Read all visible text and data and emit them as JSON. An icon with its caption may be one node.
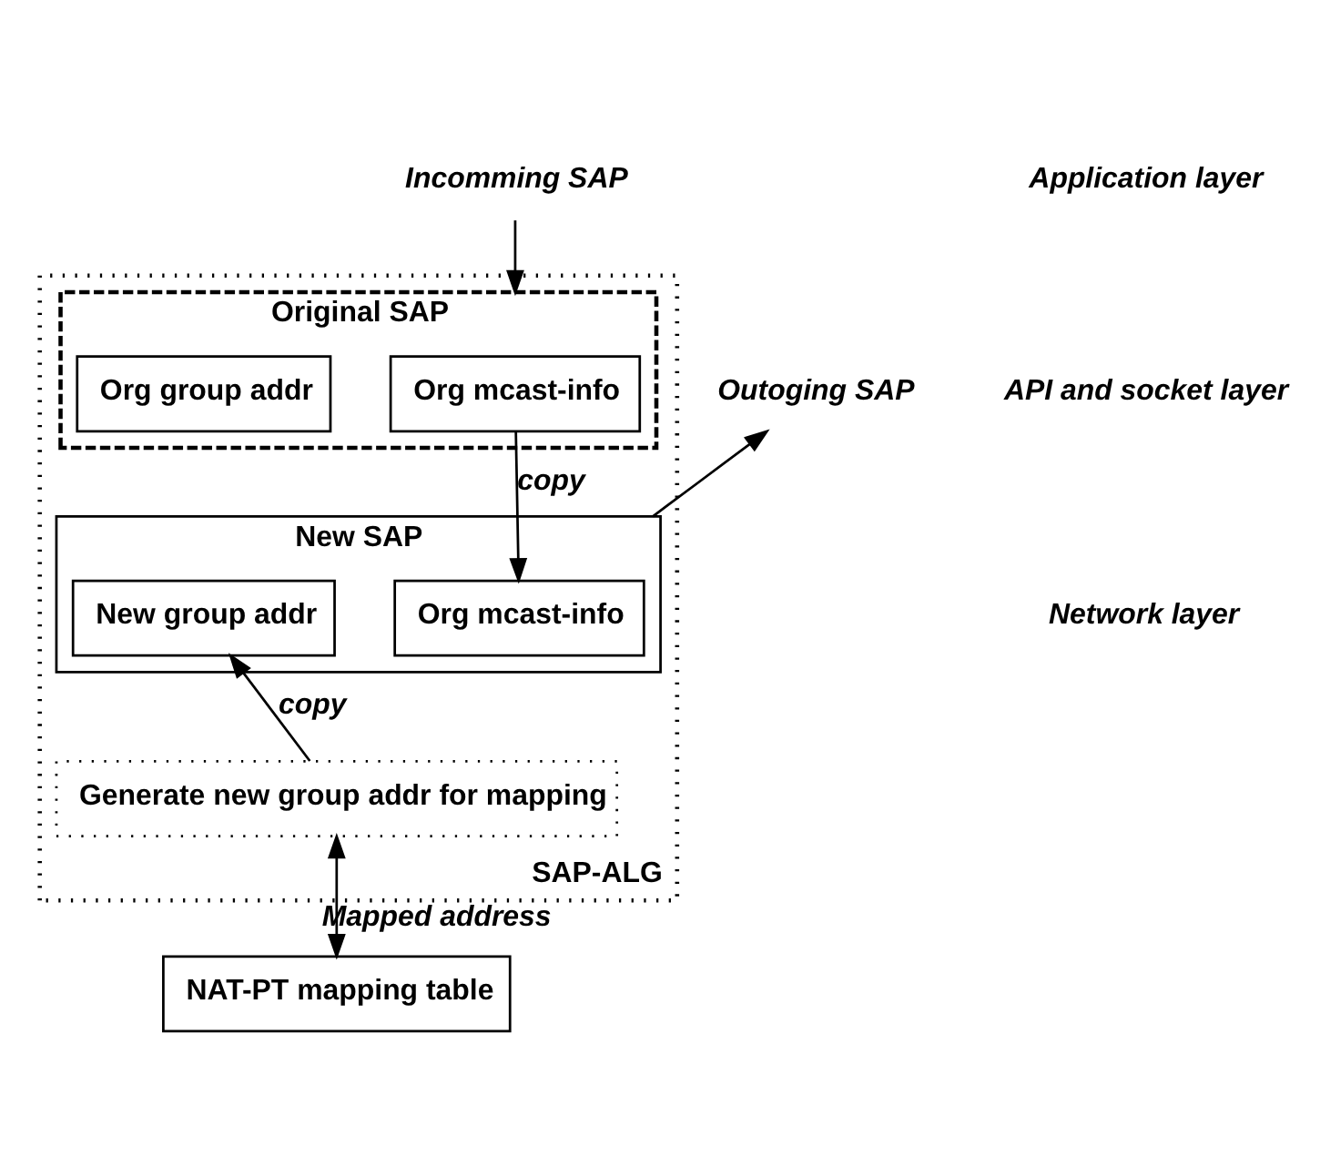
{
  "diagram": {
    "nodes": [
      {
        "text": [
          "Incomming SAP"
        ]
      },
      {
        "text": [
          "Outoging SAP"
        ]
      },
      {
        "text": [
          "SAP-ALG"
        ]
      },
      {
        "text": [
          "Original SAP"
        ],
        "in": 2
      },
      {
        "text": [
          "Org mcast-info"
        ],
        "in": 3
      },
      {
        "text": [
          "Org group addr"
        ],
        "in": 3
      },
      {
        "text": [
          "New SAP"
        ],
        "in": 2
      },
      {
        "text": [
          "Org mcast-info"
        ],
        "in": 6
      },
      {
        "text": [
          "New group addr"
        ],
        "in": 6
      },
      {
        "text": [
          "Generate new group addr for mapping"
        ],
        "in": 2
      },
      {
        "text": [
          "NAT-PT mapping table"
        ]
      }
    ],
    "edges": [
      {
        "from": 0,
        "to": 3,
        "arrow": "to"
      },
      {
        "from": 6,
        "to": 1,
        "arrow": "to"
      },
      {
        "from": 4,
        "to": 7,
        "arrow": "to",
        "label": "copy"
      },
      {
        "from": 9,
        "to": 8,
        "arrow": "to",
        "label": "copy"
      },
      {
        "from": 9,
        "to": 10,
        "arrow": "both",
        "label": "Mapped address"
      }
    ],
    "labels": [
      "Application layer",
      "API and socket layer",
      "Network layer"
    ]
  }
}
